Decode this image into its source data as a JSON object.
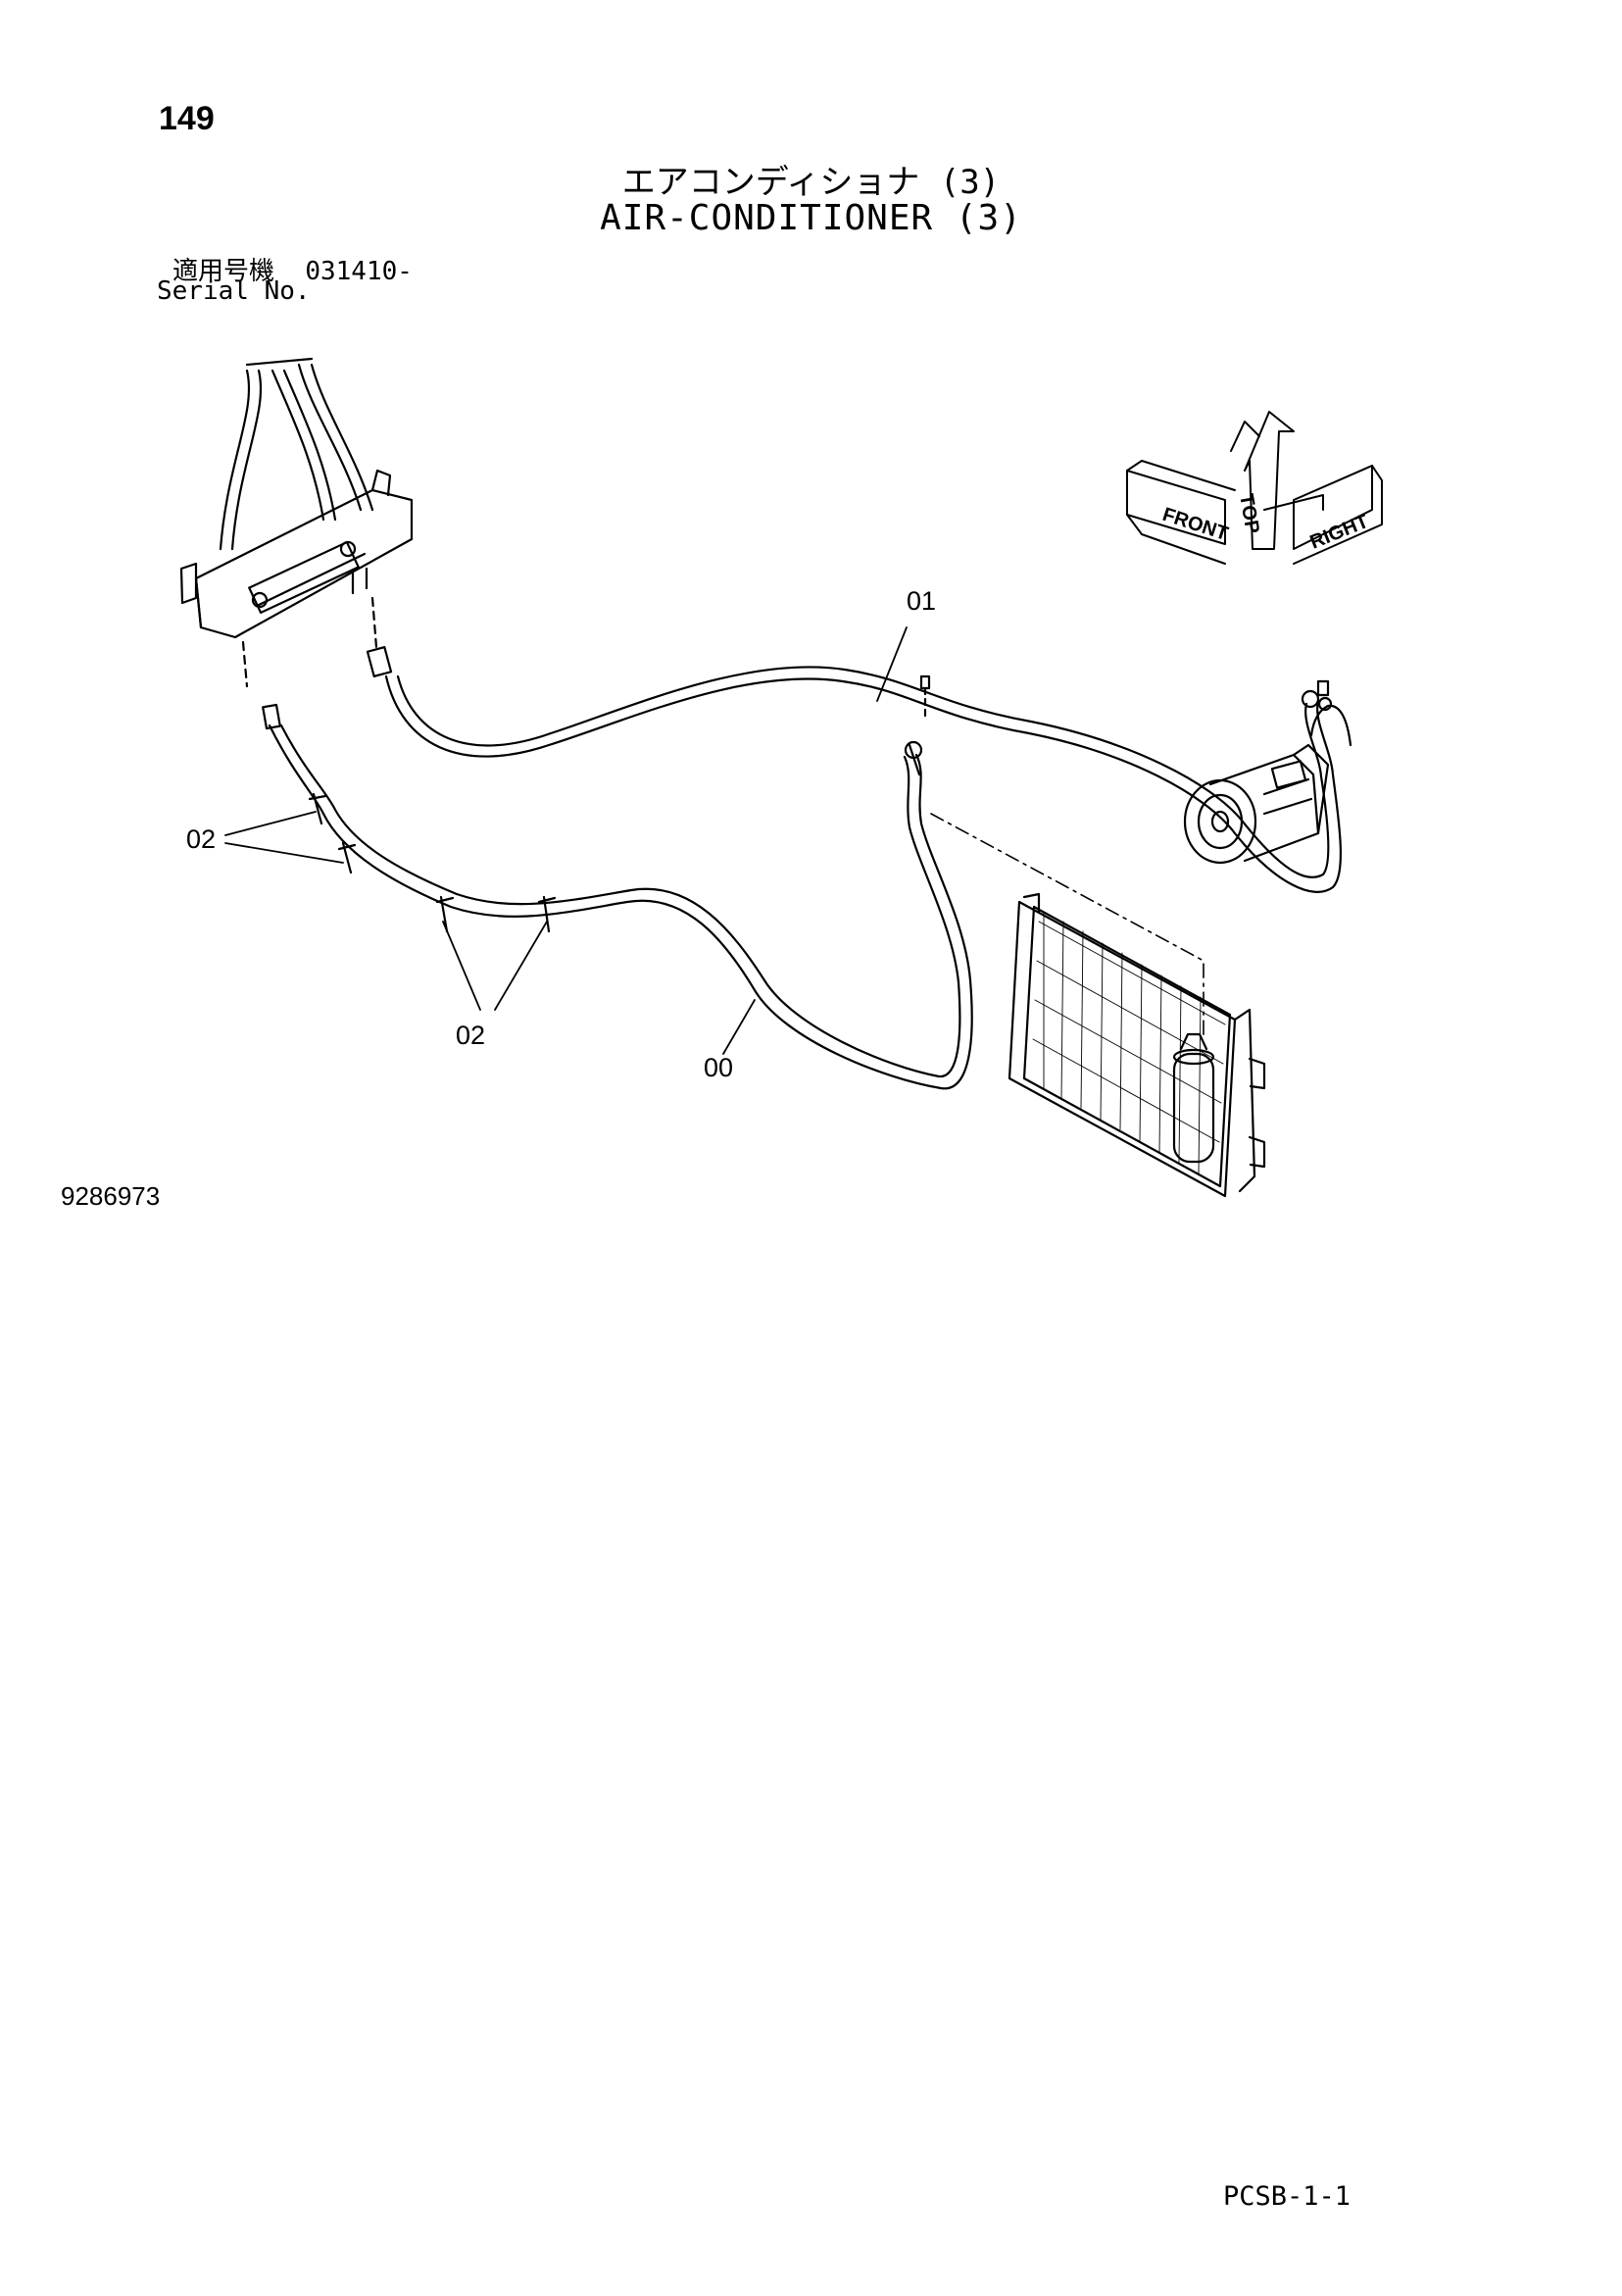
{
  "page": {
    "number": "149",
    "title_jp": "エアコンディショナ (3)",
    "title_en": "AIR-CONDITIONER (3)",
    "serial_label_jp": "適用号機",
    "serial_value": "031410-",
    "serial_label_en": "Serial No.",
    "doc_number": "9286973",
    "footer_code": "PCSB-1-1"
  },
  "orientation": {
    "top": "TOP",
    "front": "FRONT",
    "right": "RIGHT"
  },
  "callouts": {
    "hose_01": "01",
    "hose_00": "00",
    "clip_02_upper": "02",
    "clip_02_lower": "02"
  }
}
